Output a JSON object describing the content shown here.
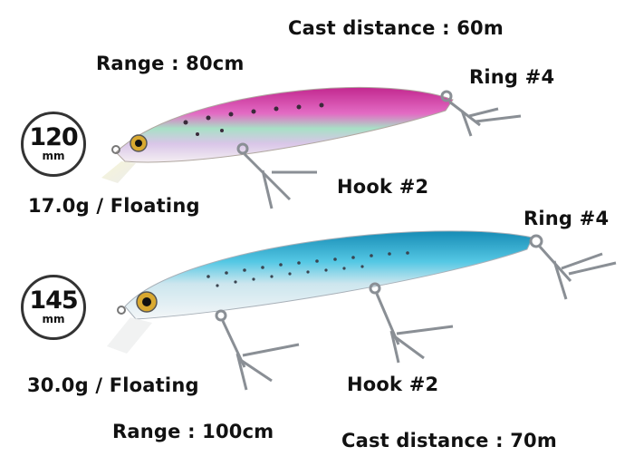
{
  "lure1": {
    "size": "120",
    "unit": "mm",
    "weight": "17.0g / Floating",
    "range": "Range : 80cm",
    "cast": "Cast distance : 60m",
    "ring": "Ring #4",
    "hook": "Hook #2",
    "colors": {
      "back": "#d23ca8",
      "belly": "#f2e6ee",
      "rainbow": "#9ee0a8"
    }
  },
  "lure2": {
    "size": "145",
    "unit": "mm",
    "weight": "30.0g / Floating",
    "range": "Range : 100cm",
    "cast": "Cast distance : 70m",
    "ring": "Ring #4",
    "hook": "Hook #2",
    "colors": {
      "back": "#2fb4d6",
      "belly": "#eef3f6",
      "spots": "#3a4450"
    }
  }
}
